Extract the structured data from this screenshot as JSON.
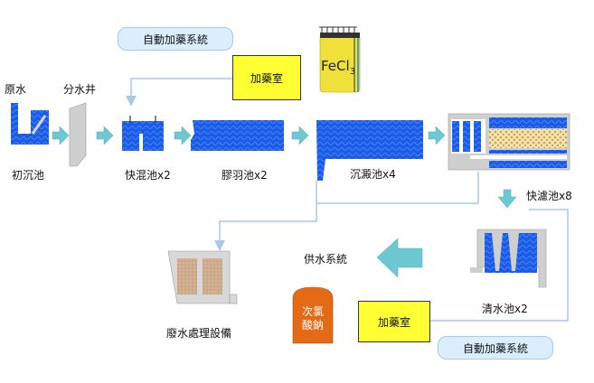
{
  "labels": {
    "raw_water": "原水",
    "distribution_well": "分水井",
    "primary_sedimentation": "初沉池",
    "rapid_mix": "快混池x2",
    "flocculation": "膠羽池x2",
    "sedimentation": "沉澱池x4",
    "rapid_filter": "快濾池x8",
    "clear_well": "清水池x2",
    "water_supply": "供水系統",
    "wastewater": "廢水處理設備"
  },
  "top_dosing": {
    "bubble": "自動加藥系統",
    "room": "加藥室",
    "chemical_main": "FeCl",
    "chemical_sub": "3"
  },
  "bottom_dosing": {
    "bubble": "自動加藥系統",
    "room": "加藥室",
    "chemical_line1": "次氯",
    "chemical_line2": "酸鈉"
  },
  "colors": {
    "water": "#1a5be8",
    "water_wave": "#3d7cf5",
    "flow_arrow": "#6ec8d2",
    "pipe": "#a8c8e8",
    "concrete": "#cfcfcf",
    "dosing_box": "#ffff33",
    "fecl3_tank": "#f0e03a",
    "naocl_tank": "#e56a15",
    "bubble": "#dbeeff",
    "filter_media": "#e8c870"
  }
}
